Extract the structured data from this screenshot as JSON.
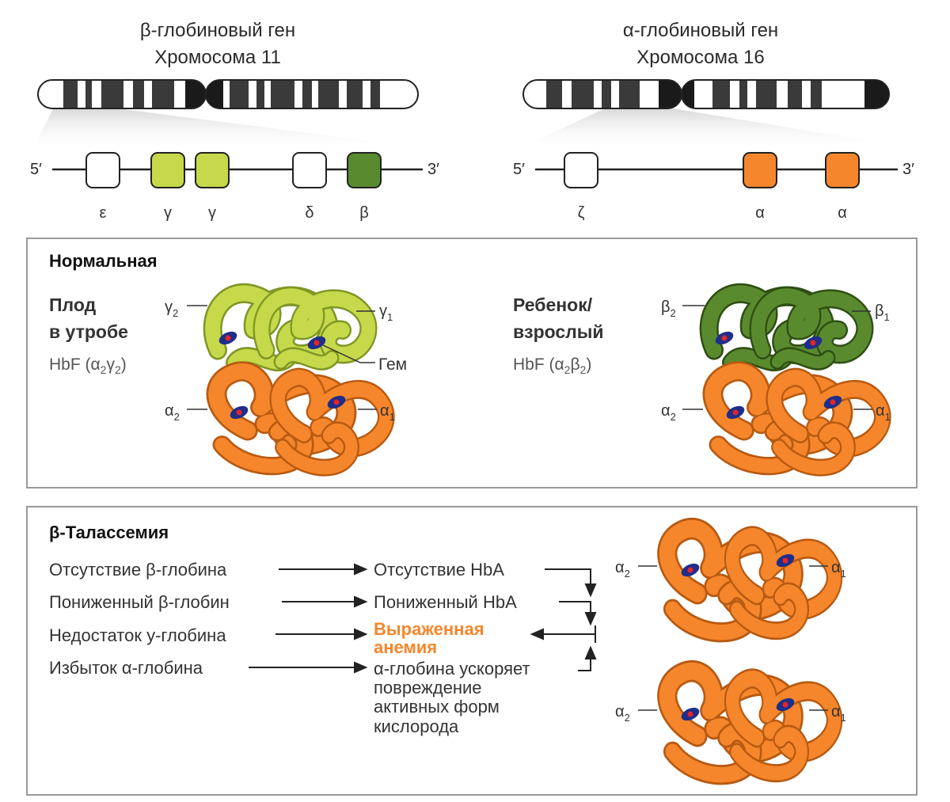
{
  "chromosomes": {
    "beta": {
      "gene_title": "β-глобиновый ген",
      "chromosome_title": "Хромосома 11"
    },
    "alpha": {
      "gene_title": "α-глобиновый ген",
      "chromosome_title": "Хромосома 16"
    }
  },
  "gene_maps": {
    "end5": "5′",
    "end3": "3′",
    "beta_cluster": [
      {
        "label": "ε",
        "color": "#ffffff"
      },
      {
        "label": "γ",
        "color": "#c5d94a"
      },
      {
        "label": "γ",
        "color": "#c5d94a"
      },
      {
        "label": "δ",
        "color": "#ffffff"
      },
      {
        "label": "β",
        "color": "#5a8a2e"
      }
    ],
    "alpha_cluster": [
      {
        "label": "ζ",
        "color": "#ffffff"
      },
      {
        "label": "α",
        "color": "#f6862b"
      },
      {
        "label": "α",
        "color": "#f6862b"
      }
    ]
  },
  "normal_panel": {
    "title": "Нормальная",
    "fetal": {
      "heading_line1": "Плод",
      "heading_line2": "в утробе",
      "formula": {
        "prefix": "HbF (α",
        "sub1": "2",
        "mid": "γ",
        "sub2": "2",
        "suffix": ")"
      },
      "labels": {
        "top_left": {
          "base": "γ",
          "sub": "2"
        },
        "top_right": {
          "base": "γ",
          "sub": "1"
        },
        "heme": "Гем",
        "bottom_left": {
          "base": "α",
          "sub": "2"
        },
        "bottom_right": {
          "base": "α",
          "sub": "1"
        }
      }
    },
    "adult": {
      "heading_line1": "Ребенок/",
      "heading_line2": "взрослый",
      "formula": {
        "prefix": "HbF (α",
        "sub1": "2",
        "mid": "β",
        "sub2": "2",
        "suffix": ")"
      },
      "labels": {
        "top_left": {
          "base": "β",
          "sub": "2"
        },
        "top_right": {
          "base": "β",
          "sub": "1"
        },
        "bottom_left": {
          "base": "α",
          "sub": "2"
        },
        "bottom_right": {
          "base": "α",
          "sub": "1"
        }
      }
    }
  },
  "thal_panel": {
    "title": "β-Талассемия",
    "causes": [
      "Отсутствие β-глобина",
      "Пониженный β-глобин",
      "Недостаток y-глобина",
      "Избыток α-глобина"
    ],
    "effects": [
      "Отсутствие HbA",
      "Пониженный HbA"
    ],
    "outcome_line1": "Выраженная",
    "outcome_line2": "анемия",
    "alpha_effect_lines": [
      "α-глобина ускоряет",
      "повреждение",
      "активных форм",
      "кислорода"
    ],
    "tetramer_labels": {
      "left": {
        "base": "α",
        "sub": "2"
      },
      "right": {
        "base": "α",
        "sub": "1"
      }
    }
  },
  "colors": {
    "gamma_light": "#c5d94a",
    "beta_dark": "#5a8a2e",
    "alpha_orange": "#f6862b",
    "outcome_text": "#f6862b",
    "heme_blue": "#1e2e8a",
    "heme_red": "#e0262b"
  }
}
